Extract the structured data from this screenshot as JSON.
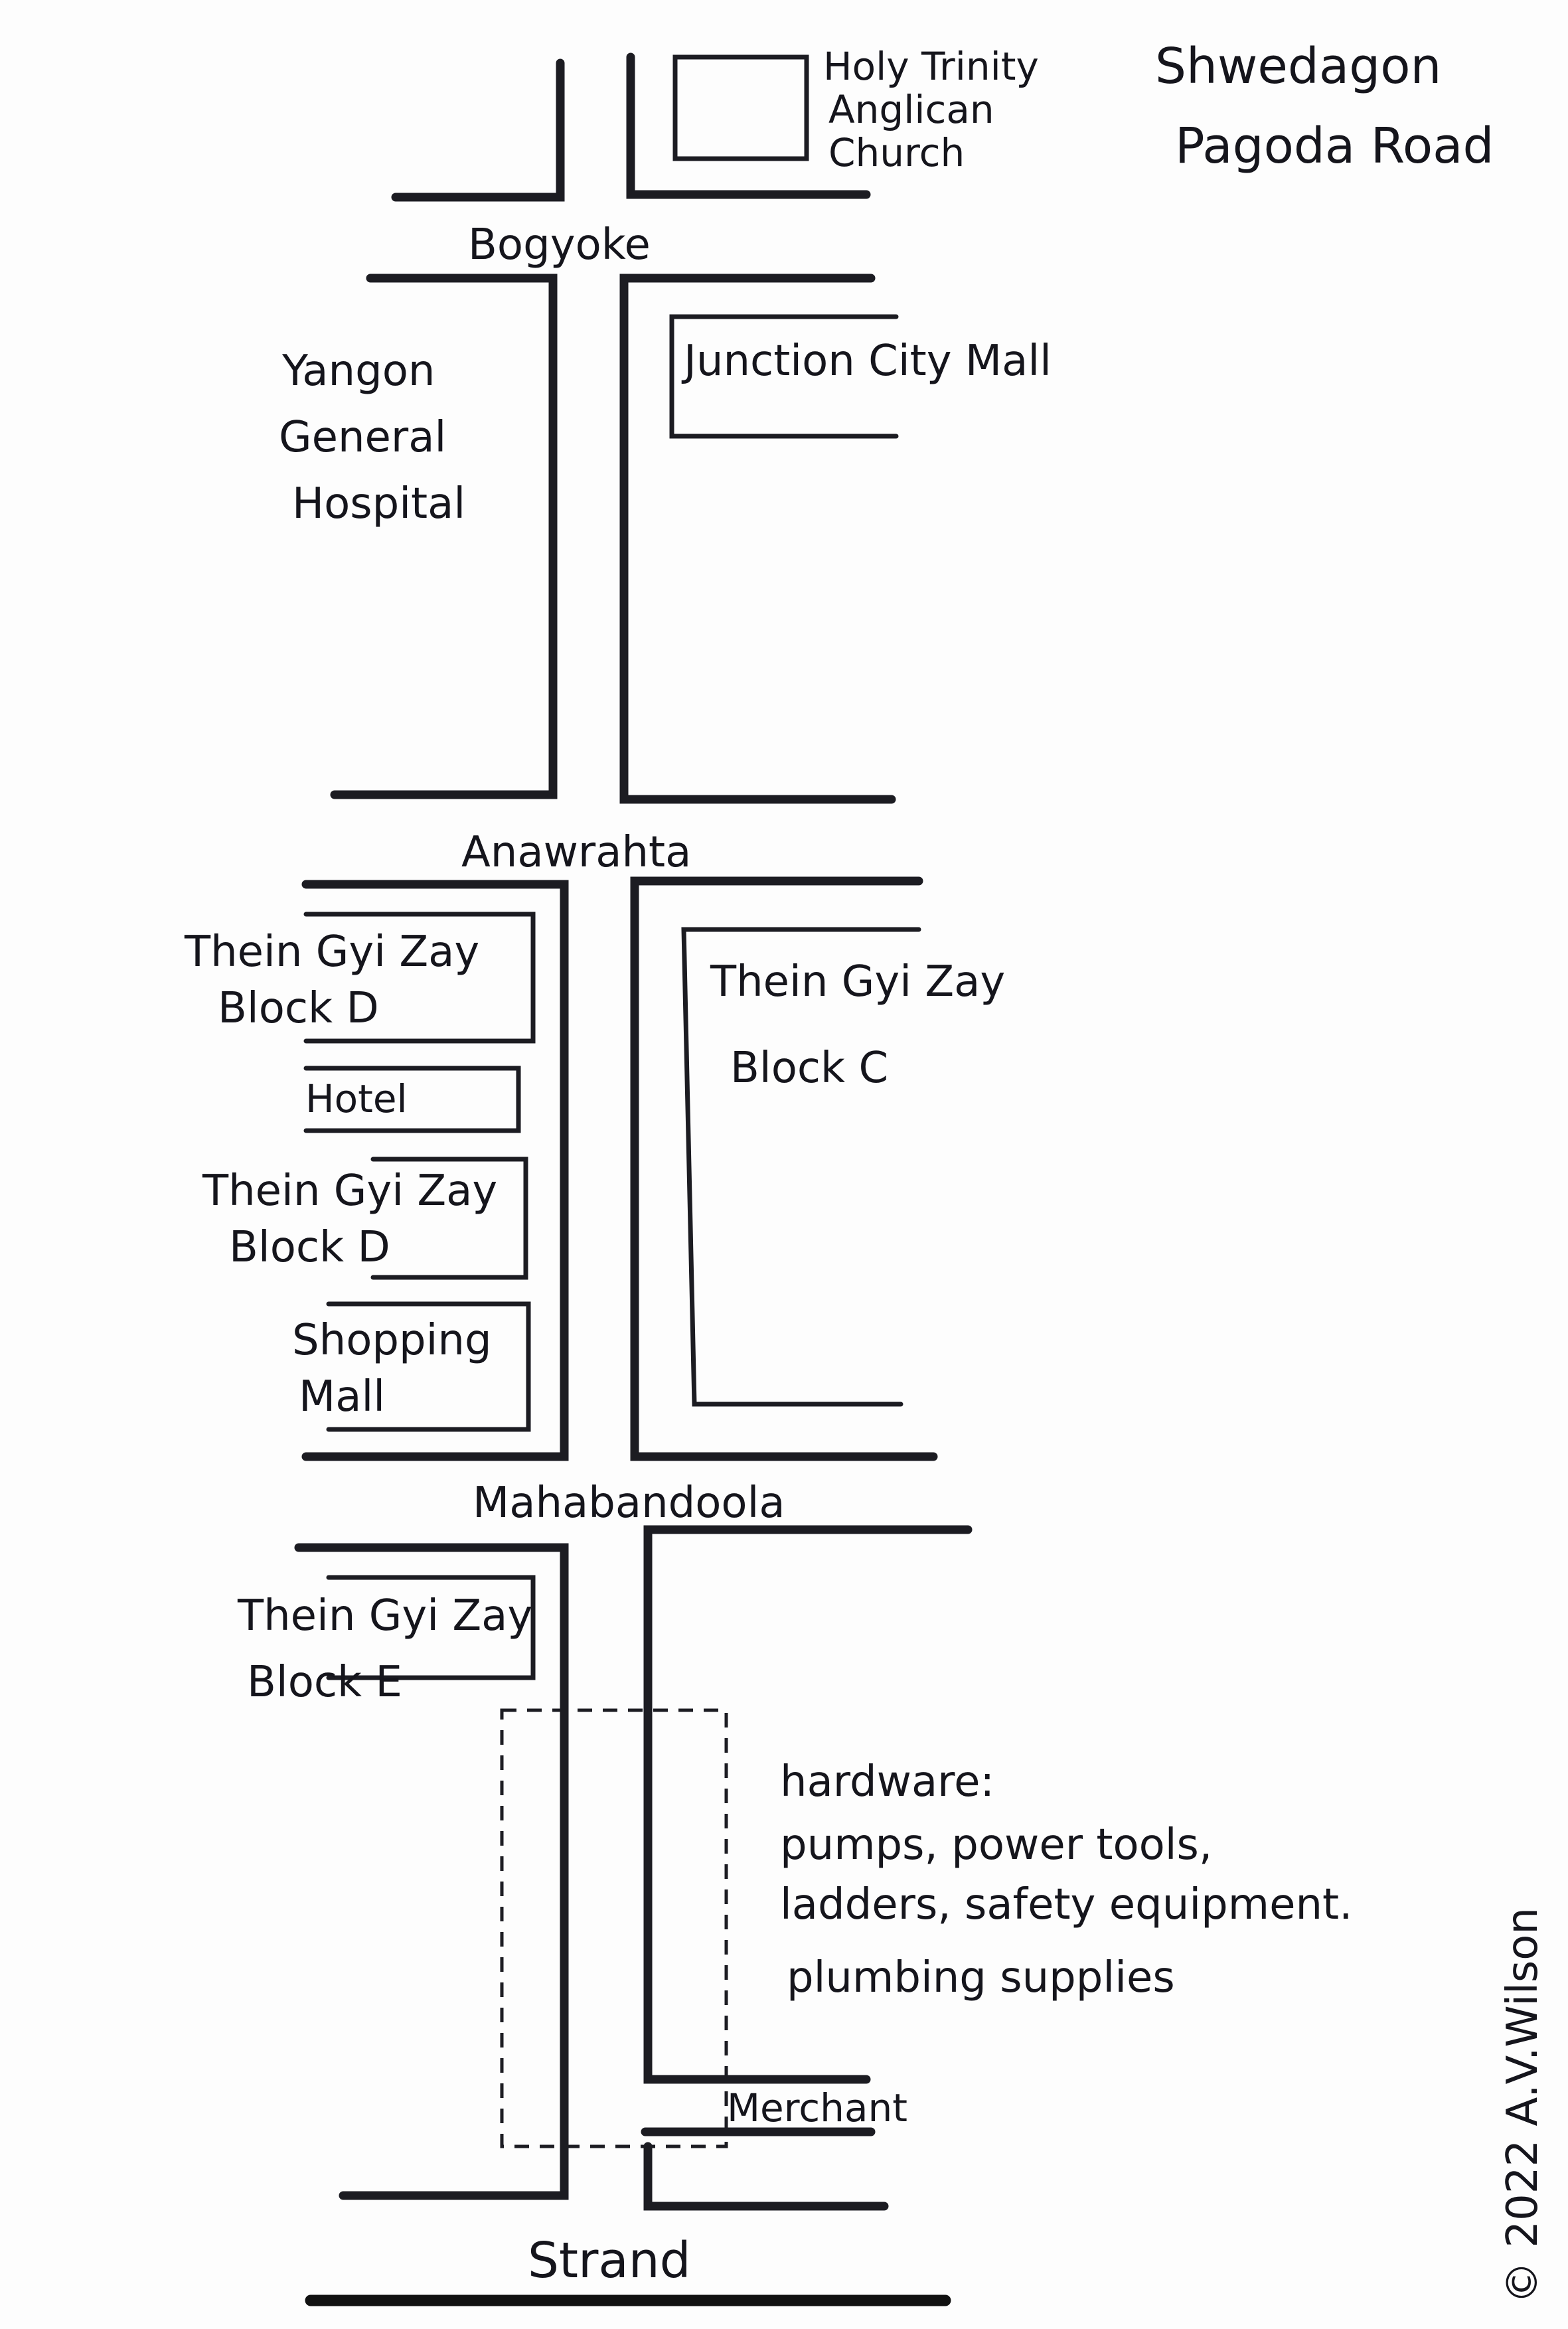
{
  "title": [
    "Shwedagon",
    "Pagoda Road"
  ],
  "streets": {
    "bogyoke": "Bogyoke",
    "anawrahta": "Anawrahta",
    "mahabandoola": "Mahabandoola",
    "merchant": "Merchant",
    "strand": "Strand"
  },
  "places": {
    "church": [
      "Holy Trinity",
      "Anglican",
      "Church"
    ],
    "junction": "Junction City Mall",
    "hospital": [
      "Yangon",
      "General",
      "Hospital"
    ],
    "block_d_1": [
      "Thein Gyi Zay",
      "Block D"
    ],
    "hotel": "Hotel",
    "block_d_2": [
      "Thein Gyi Zay",
      "Block D"
    ],
    "shopping": [
      "Shopping",
      "Mall"
    ],
    "block_c": [
      "Thein Gyi Zay",
      "Block C"
    ],
    "block_e": [
      "Thein Gyi Zay",
      "Block E"
    ]
  },
  "hardware_note": [
    "hardware:",
    "pumps, power tools,",
    "ladders, safety equipment.",
    "plumbing supplies"
  ],
  "copyright": "© 2022 A.V.Wilson"
}
